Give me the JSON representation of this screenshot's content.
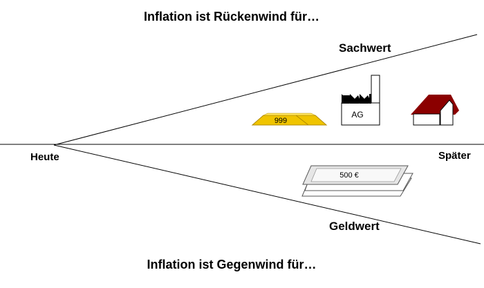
{
  "titles": {
    "top": "Inflation ist Rückenwind für…",
    "bottom": "Inflation ist Gegenwind für…"
  },
  "labels": {
    "start": "Heute",
    "end": "Später",
    "upper_branch": "Sachwert",
    "lower_branch": "Geldwert"
  },
  "icons": {
    "gold_bar": {
      "icon": "gold-bar-icon",
      "text": "999"
    },
    "factory": {
      "icon": "factory-icon",
      "text": "AG"
    },
    "house": {
      "icon": "house-icon"
    },
    "banknotes": {
      "icon": "banknotes-icon",
      "text": "500 €"
    }
  },
  "colors": {
    "gold": "#f0c400",
    "gold_dark": "#b08a00",
    "roof": "#8b0000",
    "line": "#000000"
  }
}
